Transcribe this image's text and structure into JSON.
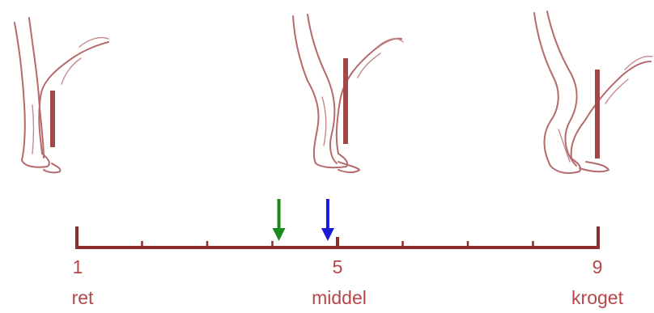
{
  "colors": {
    "scale": "#8b2e2e",
    "text": "#b5474a",
    "drawing": "#b56a6c",
    "arrow_green": "#1a8a1a",
    "arrow_blue": "#1a1ad8"
  },
  "scale": {
    "min": 1,
    "max": 9,
    "minor_ticks": [
      2,
      3,
      4,
      6,
      7,
      8
    ],
    "major_ticks": [
      1,
      5,
      9
    ],
    "labels": [
      {
        "value": 1,
        "number": "1",
        "word": "ret"
      },
      {
        "value": 5,
        "number": "5",
        "word": "middel"
      },
      {
        "value": 9,
        "number": "9",
        "word": "kroget"
      }
    ]
  },
  "markers": [
    {
      "name": "green-arrow",
      "value": 4.1,
      "color": "#1a8a1a"
    },
    {
      "name": "blue-arrow",
      "value": 4.85,
      "color": "#1a1ad8"
    }
  ],
  "illustrations": [
    {
      "name": "hind-leg-straight-illustration",
      "value": 1
    },
    {
      "name": "hind-leg-medium-illustration",
      "value": 5
    },
    {
      "name": "hind-leg-curved-illustration",
      "value": 9
    }
  ]
}
